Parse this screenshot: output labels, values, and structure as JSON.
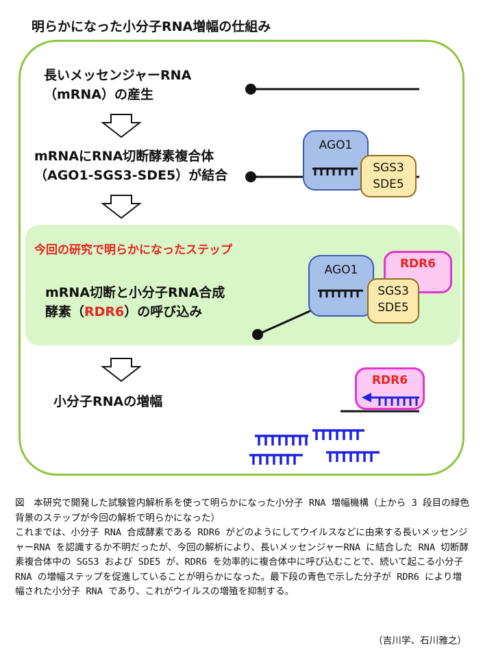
{
  "title": "明らかになった小分子RNA増幅の仕組み",
  "steps": {
    "s1_line1": "長いメッセンジャーRNA",
    "s1_line2": "（mRNA）の産生",
    "s2_line1": "mRNAにRNA切断酵素複合体",
    "s2_line2": "（AGO1-SGS3-SDE5）が結合",
    "highlight_title": "今回の研究で明らかになったステップ",
    "s3_line1": "mRNA切断と小分子RNA合成",
    "s3_line2_pre": "酵素（",
    "s3_line2_red": "RDR6",
    "s3_line2_post": "）の呼び込み",
    "s4": "小分子RNAの増幅"
  },
  "labels": {
    "ago1": "AGO1",
    "sgs3": "SGS3",
    "sde5": "SDE5",
    "rdr6": "RDR6"
  },
  "colors": {
    "panel_border": "#8cc63f",
    "highlight_bg": "#d8f6c8",
    "accent_red": "#e8231e",
    "small_rna_blue": "#1e22e0"
  },
  "caption": {
    "para1": "図　本研究で開発した試験管内解析系を使って明らかになった小分子 RNA 増幅機構（上から 3 段目の緑色背景のステップが今回の解析で明らかになった）",
    "para2": "これまでは、小分子 RNA 合成酵素である RDR6 がどのようにしてウイルスなどに由来する長いメッセンジャーRNA を認識するか不明だったが、今回の解析により、長いメッセンジャーRNA に結合した RNA 切断酵素複合体中の SGS3 および SDE5 が、RDR6 を効率的に複合体中に呼び込むことで、続いて起こる小分子 RNA の増幅ステップを促進していることが明らかになった。最下段の青色で示した分子が RDR6 により増幅された小分子 RNA であり、これがウイルスの増殖を抑制する。",
    "credit": "（吉川学、石川雅之）"
  }
}
